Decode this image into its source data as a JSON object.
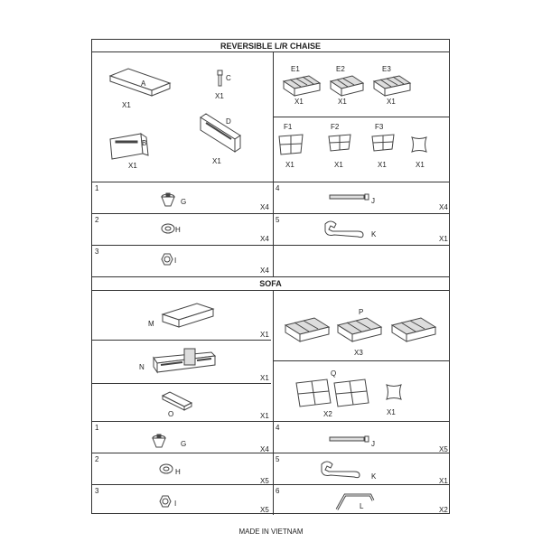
{
  "chaise": {
    "title": "REVERSIBLE L/R CHAISE",
    "parts": [
      {
        "id": "A",
        "qty": "X1",
        "icon": "long-board-icon"
      },
      {
        "id": "C",
        "qty": "X1",
        "icon": "small-bolt-icon"
      },
      {
        "id": "B",
        "qty": "X1",
        "icon": "backrest-frame-icon"
      },
      {
        "id": "D",
        "qty": "X1",
        "icon": "long-backrest-frame-icon"
      },
      {
        "id": "E1",
        "qty": "X1",
        "icon": "seat-cushion-icon"
      },
      {
        "id": "E2",
        "qty": "X1",
        "icon": "seat-cushion-icon"
      },
      {
        "id": "E3",
        "qty": "X1",
        "icon": "seat-cushion-icon"
      },
      {
        "id": "F1",
        "qty": "X1",
        "icon": "back-cushion-icon"
      },
      {
        "id": "F2",
        "qty": "X1",
        "icon": "back-cushion-icon"
      },
      {
        "id": "F3",
        "qty": "X1",
        "icon": "back-cushion-icon"
      },
      {
        "id": "",
        "qty": "X1",
        "icon": "pillow-icon"
      }
    ],
    "hardware": [
      {
        "num": "1",
        "id": "G",
        "qty": "X4",
        "icon": "leg-foot-icon"
      },
      {
        "num": "4",
        "id": "J",
        "qty": "X4",
        "icon": "rod-icon"
      },
      {
        "num": "2",
        "id": "H",
        "qty": "X4",
        "icon": "washer-icon"
      },
      {
        "num": "5",
        "id": "K",
        "qty": "X1",
        "icon": "wrench-icon"
      },
      {
        "num": "3",
        "id": "I",
        "qty": "X4",
        "icon": "nut-icon"
      }
    ]
  },
  "sofa": {
    "title": "SOFA",
    "parts": [
      {
        "id": "M",
        "qty": "X1",
        "icon": "long-board-icon"
      },
      {
        "id": "N",
        "qty": "X1",
        "icon": "sofa-back-frame-icon"
      },
      {
        "id": "O",
        "qty": "X1",
        "icon": "small-block-icon"
      },
      {
        "id": "P",
        "qty": "X3",
        "icon": "seat-cushion-icon"
      },
      {
        "id": "Q",
        "qty": "X2",
        "icon": "back-cushion-icon"
      },
      {
        "id": "",
        "qty": "X1",
        "icon": "pillow-icon"
      }
    ],
    "hardware": [
      {
        "num": "1",
        "id": "G",
        "qty": "X4",
        "icon": "leg-foot-icon"
      },
      {
        "num": "4",
        "id": "J",
        "qty": "X5",
        "icon": "rod-icon"
      },
      {
        "num": "2",
        "id": "H",
        "qty": "X5",
        "icon": "washer-icon"
      },
      {
        "num": "5",
        "id": "K",
        "qty": "X1",
        "icon": "wrench-icon"
      },
      {
        "num": "3",
        "id": "I",
        "qty": "X5",
        "icon": "nut-icon"
      },
      {
        "num": "6",
        "id": "L",
        "qty": "X2",
        "icon": "handle-icon"
      }
    ]
  },
  "footer": "MADE IN VIETNAM"
}
